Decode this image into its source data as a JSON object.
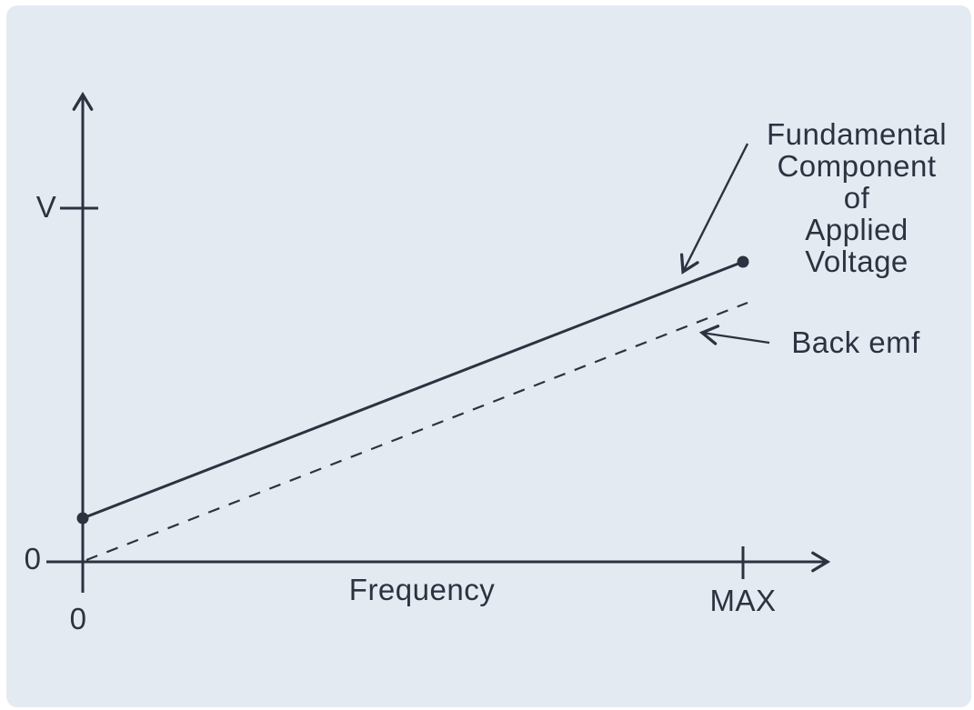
{
  "colors": {
    "panel_bg": "#e4eaf2",
    "ink": "#2b3340",
    "page_bg": "#ffffff"
  },
  "axes": {
    "y_tick_label": "V",
    "y_origin_label": "0",
    "x_origin_label": "0",
    "x_axis_label": "Frequency",
    "x_max_label": "MAX"
  },
  "annotations": {
    "fundamental": {
      "lines": [
        "Fundamental",
        "Component",
        "of",
        "Applied",
        "Voltage"
      ]
    },
    "back_emf": {
      "label": "Back emf"
    }
  },
  "chart_data": {
    "type": "line",
    "title": "",
    "xlabel": "Frequency",
    "ylabel": "V",
    "x_tick_labels": [
      "0",
      "MAX"
    ],
    "y_tick_labels": [
      "0",
      "V"
    ],
    "grid": false,
    "legend_position": "arrow-annotations",
    "ylim_in_V": [
      0,
      1.35
    ],
    "series": [
      {
        "name": "Fundamental Component of Applied Voltage",
        "line_style": "solid",
        "markers": "filled-dot-endpoints",
        "points_x": [
          "0",
          "MAX"
        ],
        "points_y_in_V": [
          0.12,
          0.85
        ]
      },
      {
        "name": "Back emf",
        "line_style": "dashed",
        "markers": "none",
        "points_x": [
          "0",
          "MAX"
        ],
        "points_y_in_V": [
          0.0,
          0.73
        ]
      }
    ]
  }
}
